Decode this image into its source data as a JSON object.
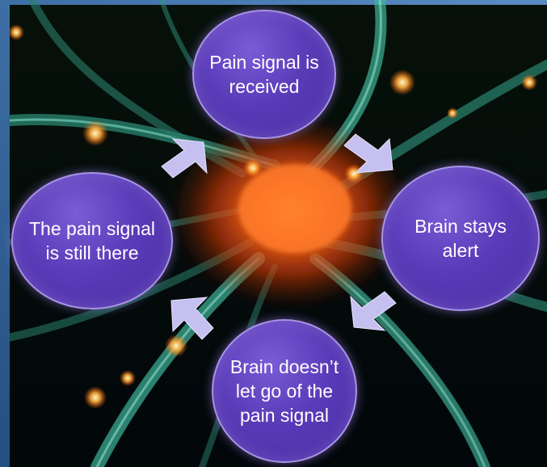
{
  "cycle": {
    "steps": [
      {
        "label": "Pain signal is received"
      },
      {
        "label": "Brain stays alert"
      },
      {
        "label": "Brain doesn’t let go of the pain signal"
      },
      {
        "label": "The pain signal is still there"
      }
    ]
  },
  "colors": {
    "node_fill": "#5a3bb8",
    "node_border": "#a994e6",
    "arrow_fill": "#c6c0f0",
    "neuron_core": "#ff5a1a",
    "fiber": "#3fb39a"
  },
  "icons": {
    "arrow": "block-arrow-icon",
    "background": "neuron-image"
  }
}
